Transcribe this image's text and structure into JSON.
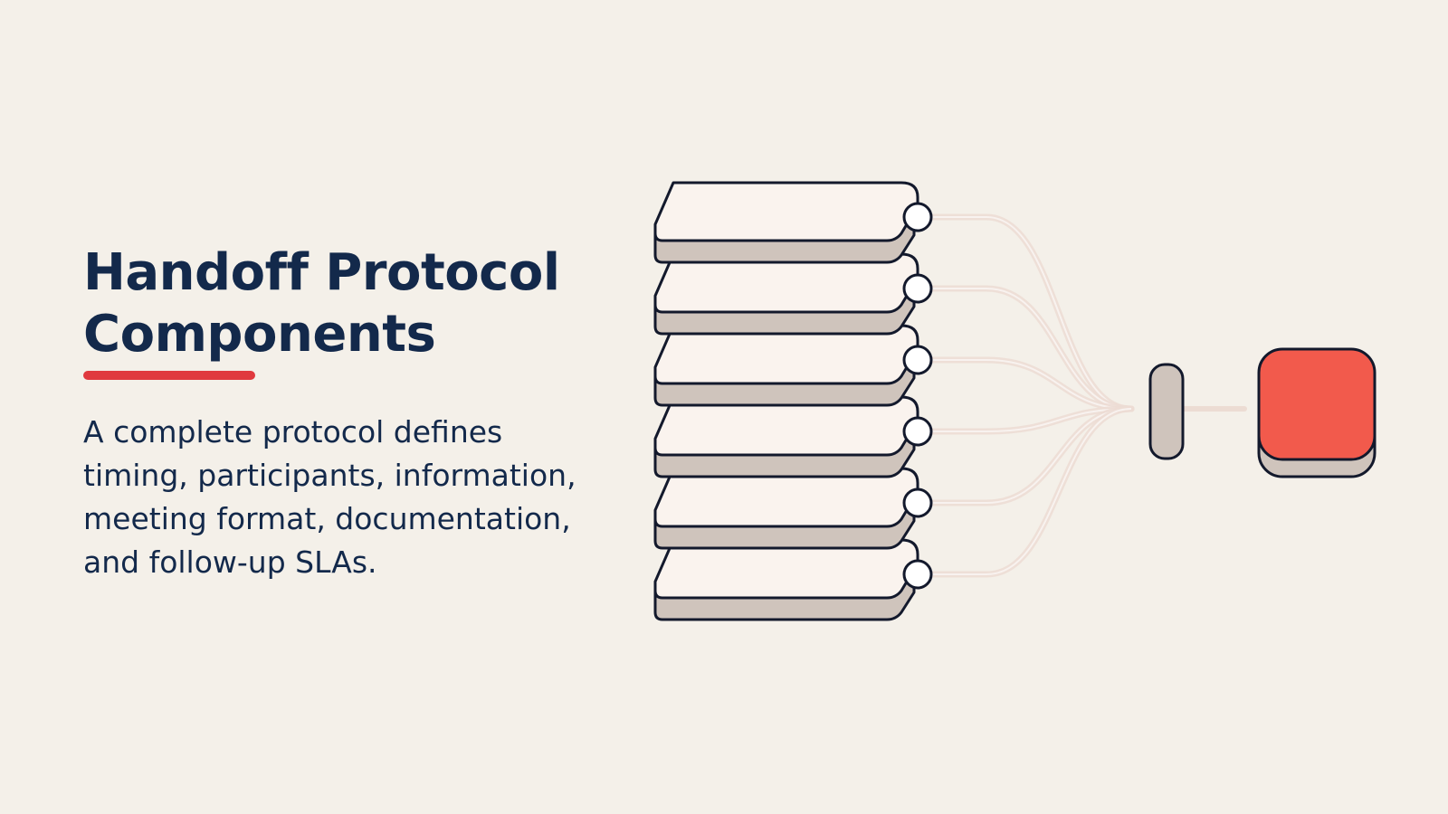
{
  "slide": {
    "title_lines": [
      "Handoff Protocol",
      "Components"
    ],
    "body": "A complete protocol defines timing, participants, information, meeting format, documentation, and follow-up SLAs."
  },
  "diagram": {
    "stack_layers": 6,
    "colors": {
      "title": "#13294b",
      "accent": "#e0393e",
      "background": "#f4f0e9",
      "card_top": "#faf3ee",
      "card_side": "#cfc4bc",
      "outline": "#13192c",
      "output_block": "#f25a4c",
      "connector": "#ecdcd3"
    }
  }
}
